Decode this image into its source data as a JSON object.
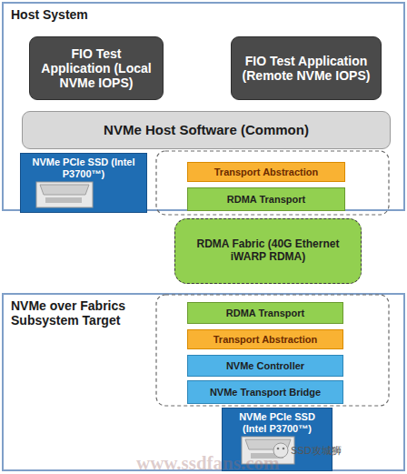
{
  "diagram": {
    "nodes": [
      {
        "text": [
          "Host System"
        ]
      },
      {
        "text": [
          "FIO Test Application (Local NVMe IOPS)"
        ],
        "in": 0
      },
      {
        "text": [
          "FIO Test Application (Remote NVMe IOPS)"
        ],
        "in": 0
      },
      {
        "text": [
          "NVMe Host Software (Common)"
        ],
        "in": 0
      },
      {
        "text": [
          "NVMe PCIe SSD (Intel P3700™)"
        ],
        "in": 0
      },
      {
        "text": [
          "Transport Abstraction"
        ],
        "in": 0
      },
      {
        "text": [
          "RDMA Transport"
        ],
        "in": 0
      },
      {
        "text": [
          "RDMA Fabric (40G Ethernet iWARP RDMA)"
        ]
      },
      {
        "text": [
          "NVMe over Fabrics Subsystem Target"
        ]
      },
      {
        "text": [
          "RDMA Transport"
        ],
        "in": 8
      },
      {
        "text": [
          "Transport Abstraction"
        ],
        "in": 8
      },
      {
        "text": [
          "NVMe Controller"
        ],
        "in": 8
      },
      {
        "text": [
          "NVMe Transport Bridge"
        ],
        "in": 8
      },
      {
        "text": [
          "NVMe PCIe SSD (Intel P3700™)"
        ],
        "in": 8
      }
    ],
    "labels": [
      "SSD攻城狮",
      "www.ssdfans.com"
    ]
  }
}
